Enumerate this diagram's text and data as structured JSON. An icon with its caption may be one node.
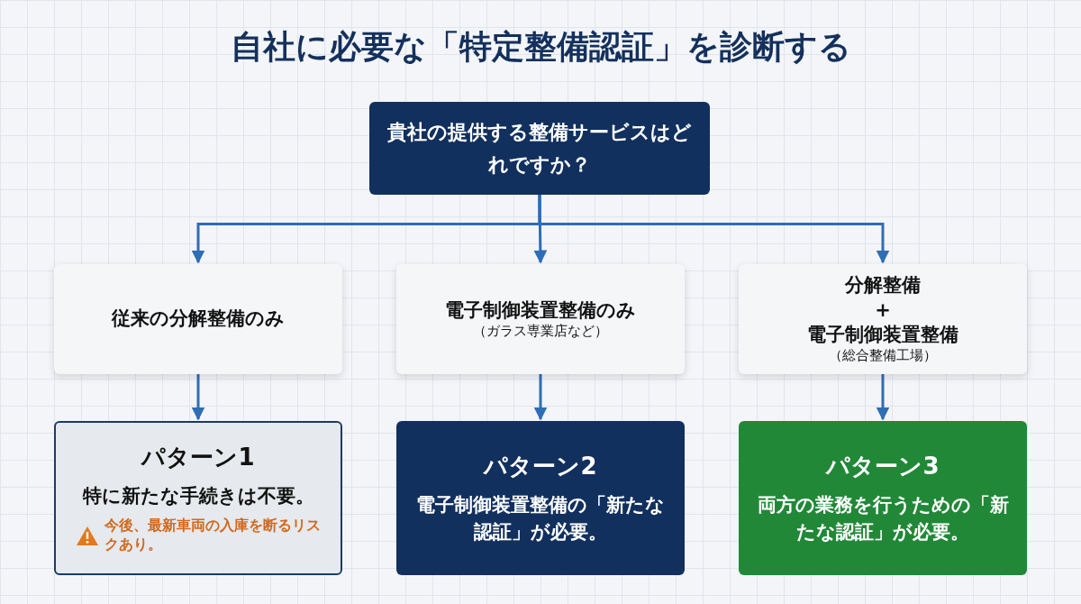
{
  "diagram": {
    "title": "自社に必要な「特定整備認証」を診断する",
    "nodes": [
      {
        "text": [
          "貴社の提供する整備サービスはどれですか？"
        ]
      },
      {
        "text": [
          "従来の分解整備のみ"
        ]
      },
      {
        "text": [
          "電子制御装置整備のみ",
          "（ガラス専業店など）"
        ]
      },
      {
        "text": [
          "分解整備",
          "+",
          "電子制御装置整備",
          "（総合整備工場）"
        ]
      },
      {
        "text": [
          "パターン1",
          "特に新たな手続きは不要。",
          "今後、最新車両の入庫を断るリスクあり。"
        ]
      },
      {
        "text": [
          "パターン2",
          "電子制御装置整備の「新たな認証」が必要。"
        ]
      },
      {
        "text": [
          "パターン3",
          "両方の業務を行うための「新たな認証」が必要。"
        ]
      }
    ],
    "edges": [
      {
        "from": 0,
        "to": 1,
        "arrow": "to"
      },
      {
        "from": 0,
        "to": 2,
        "arrow": "to"
      },
      {
        "from": 0,
        "to": 3,
        "arrow": "to"
      },
      {
        "from": 1,
        "to": 4,
        "arrow": "to"
      },
      {
        "from": 2,
        "to": 5,
        "arrow": "to"
      },
      {
        "from": 3,
        "to": 6,
        "arrow": "to"
      }
    ]
  }
}
